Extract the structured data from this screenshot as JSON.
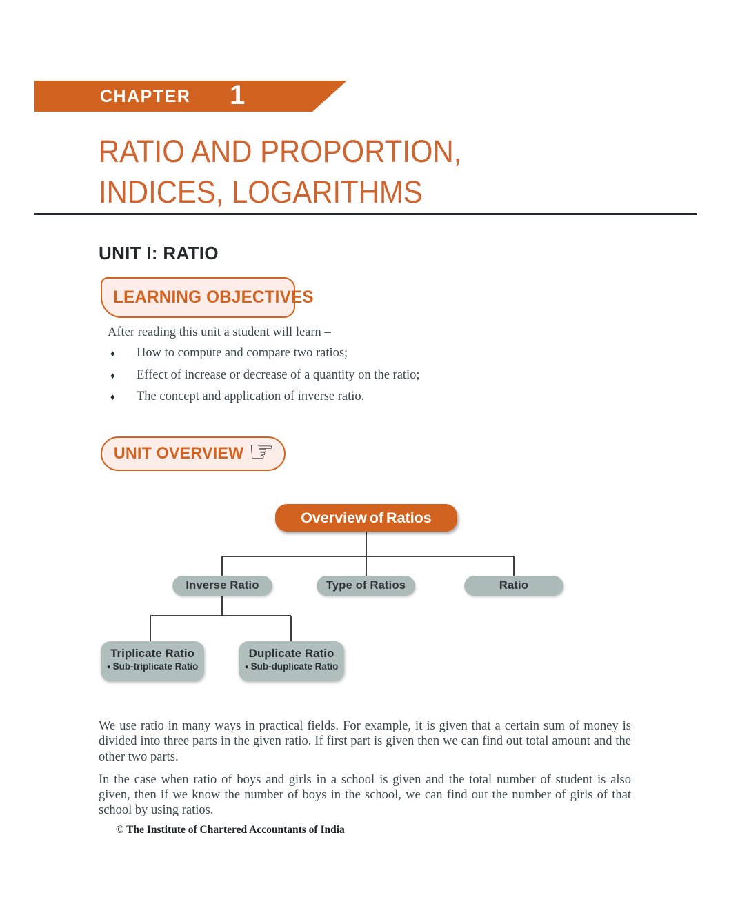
{
  "banner": {
    "chapter_label": "CHAPTER",
    "chapter_number": "1"
  },
  "title": {
    "line1": "RATIO AND PROPORTION,",
    "line2": "INDICES, LOGARITHMS"
  },
  "unit_heading": "UNIT I: RATIO",
  "learning_objectives": {
    "label": "LEARNING OBJECTIVES",
    "intro": "After reading this unit a student will learn –",
    "bullet_glyph": "♦",
    "items": [
      "How to compute and compare two ratios;",
      "Effect of increase or decrease of a quantity on the ratio;",
      "The concept and application of inverse ratio."
    ]
  },
  "unit_overview": {
    "label": "UNIT OVERVIEW",
    "hand_icon": "☞"
  },
  "diagram": {
    "root": "Overview of Ratios",
    "level2": [
      "Inverse Ratio",
      "Type of Ratios",
      "Ratio"
    ],
    "sub_bullet": "●",
    "level3": [
      {
        "title": "Triplicate Ratio",
        "sub": "Sub-triplicate Ratio"
      },
      {
        "title": "Duplicate Ratio",
        "sub": "Sub-duplicate Ratio"
      }
    ]
  },
  "paragraphs": [
    "We use ratio in many ways in practical fields. For example, it is given that a certain sum of money is divided into three parts in the given ratio. If first part is given then we can find out total amount and the other two parts.",
    "In the case when ratio of boys and girls in a school is given and the total number of student is also given, then if we know the number of boys in the school, we can find out the number of girls of that school by using ratios."
  ],
  "footer": "© The Institute of Chartered Accountants of India",
  "colors": {
    "accent_orange": "#D2621F",
    "title_orange": "#CE6430",
    "pill_bg_pink": "#FCEDE9",
    "node_gray": "#ACBABA",
    "body_text": "#3A474D"
  }
}
